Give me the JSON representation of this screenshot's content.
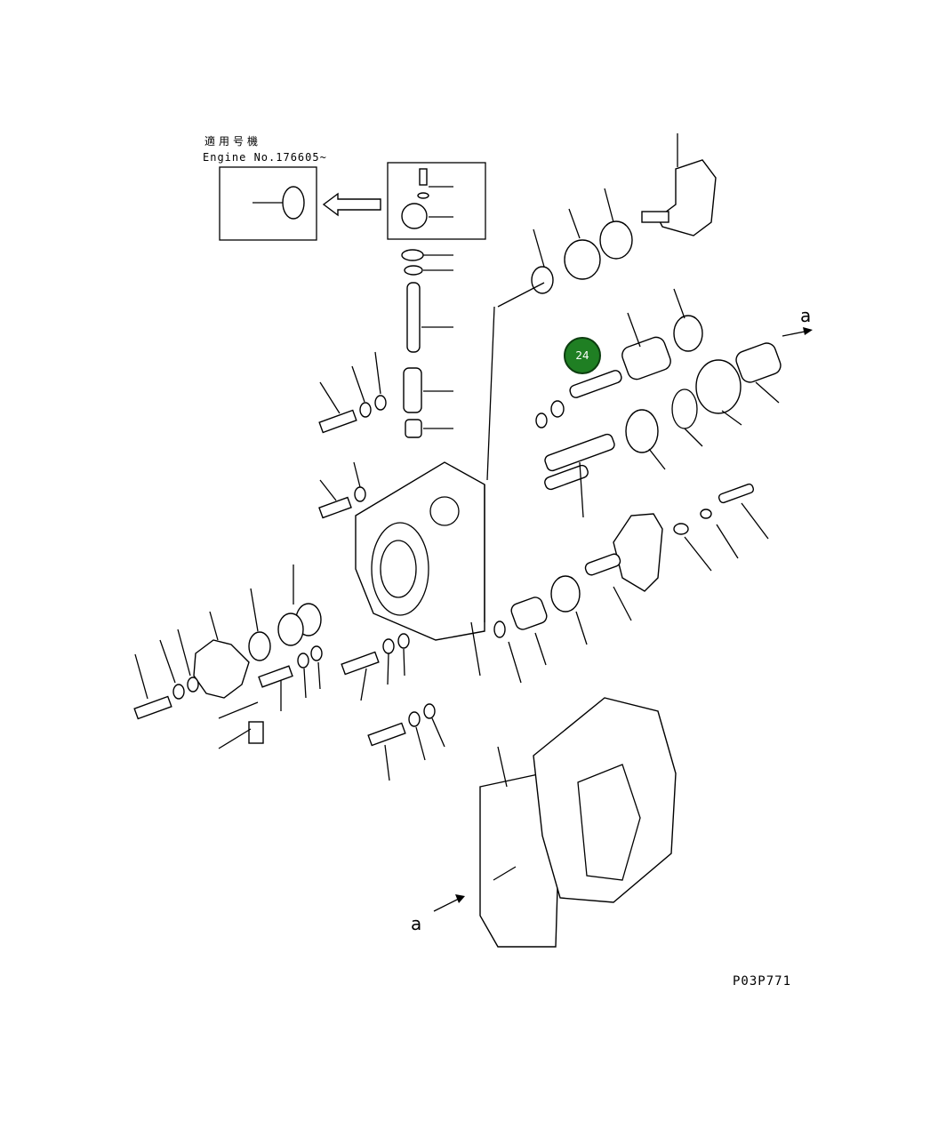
{
  "applicability": {
    "label_ja": "適用号機",
    "serial": "Engine No.176605~"
  },
  "direction_labels": [
    "a",
    "a"
  ],
  "callout": {
    "number": "24",
    "color": "#1f7f23"
  },
  "figure_code": "P03P771"
}
